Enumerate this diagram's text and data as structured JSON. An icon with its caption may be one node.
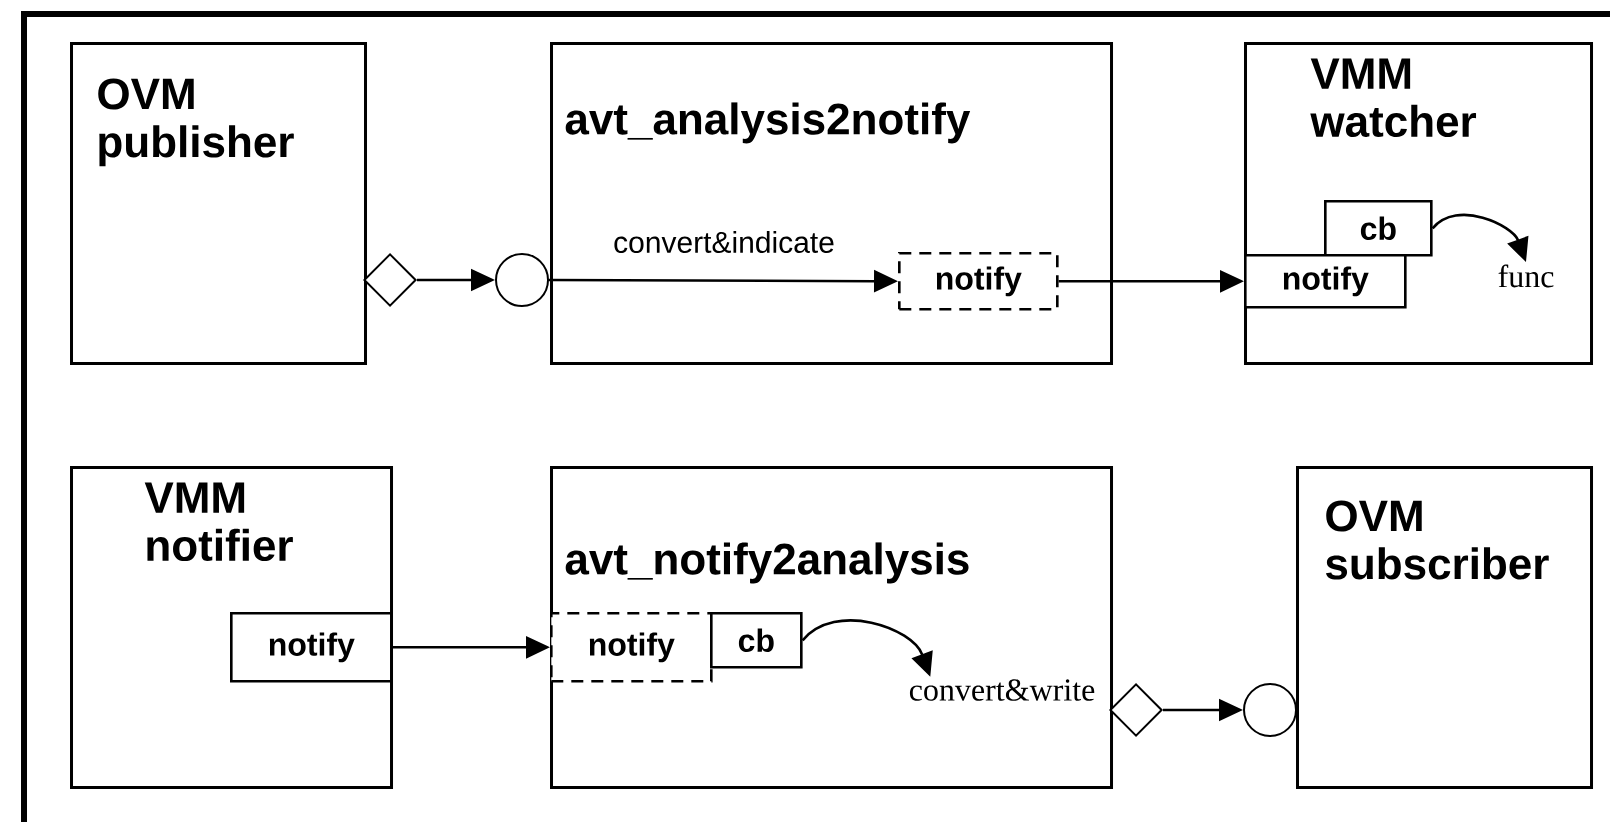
{
  "diagram": {
    "nodes": [
      {
        "text": [
          "OVM publisher"
        ]
      },
      {
        "text": [],
        "shape": "diamond"
      },
      {
        "text": [],
        "shape": "circle"
      },
      {
        "text": [
          "avt_analysis2notify"
        ]
      },
      {
        "text": [
          "notify"
        ],
        "in": 3
      },
      {
        "text": [
          "VMM watcher"
        ]
      },
      {
        "text": [
          "cb"
        ],
        "in": 5
      },
      {
        "text": [
          "notify"
        ],
        "in": 5
      },
      {
        "text": [
          "func"
        ],
        "in": 5
      },
      {
        "text": [
          "VMM notifier"
        ]
      },
      {
        "text": [
          "notify"
        ],
        "in": 9
      },
      {
        "text": [
          "avt_notify2analysis"
        ]
      },
      {
        "text": [
          "notify"
        ],
        "in": 11
      },
      {
        "text": [
          "cb"
        ],
        "in": 11
      },
      {
        "text": [
          "convert&write"
        ],
        "in": 11
      },
      {
        "text": [],
        "shape": "diamond"
      },
      {
        "text": [],
        "shape": "circle"
      },
      {
        "text": [
          "OVM subscriber"
        ]
      }
    ],
    "edges": [
      {
        "from": 1,
        "to": 2,
        "arrow": "to"
      },
      {
        "from": 2,
        "to": 4,
        "arrow": "to",
        "label": "convert&indicate"
      },
      {
        "from": 4,
        "to": 7,
        "arrow": "to"
      },
      {
        "from": 6,
        "to": 8,
        "arrow": "to"
      },
      {
        "from": 10,
        "to": 12,
        "arrow": "to"
      },
      {
        "from": 13,
        "to": 14,
        "arrow": "to"
      },
      {
        "from": 15,
        "to": 16,
        "arrow": "to"
      }
    ]
  }
}
